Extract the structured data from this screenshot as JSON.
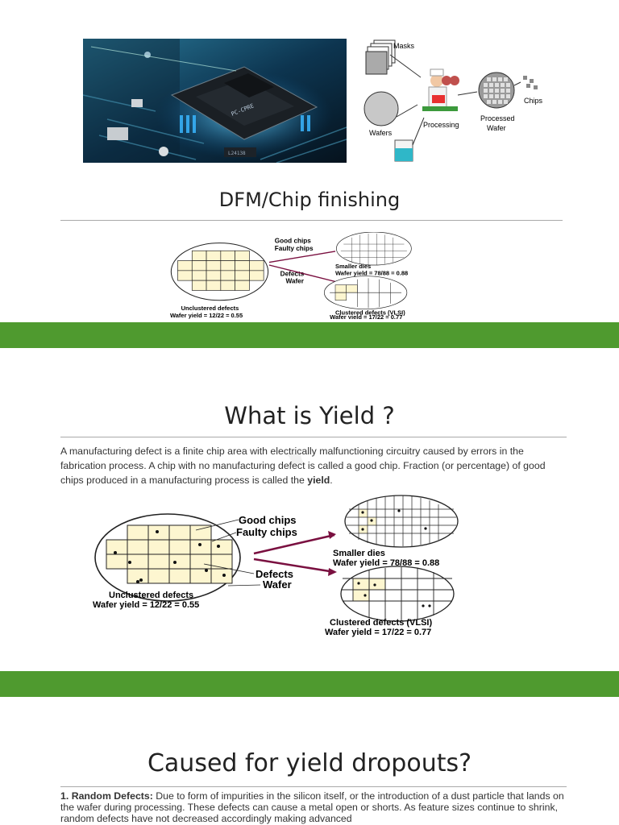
{
  "slide1": {
    "title": "DFM/Chip finishing",
    "process": {
      "masks": "Masks",
      "wafers": "Wafers",
      "processing": "Processing",
      "processed_line1": "Processed",
      "processed_line2": "Wafer",
      "chips": "Chips"
    },
    "chip_board_text": {
      "label1": "PC-CPRE",
      "label2": "L24138"
    }
  },
  "slide2": {
    "title": "What is Yield ?",
    "paragraph_main": "A manufacturing defect is a finite chip area with electrically malfunctioning circuitry caused by errors in the fabrication process. A chip with no manufacturing defect is called a good chip. Fraction (or percentage) of good chips produced in a manufacturing process is called the ",
    "paragraph_bold": "yield",
    "paragraph_end": "."
  },
  "yield_diagram": {
    "good_chips": "Good chips",
    "faulty_chips": "Faulty chips",
    "defects": "Defects",
    "wafer": "Wafer",
    "unclustered": "Unclustered defects",
    "unclustered_yield": "Wafer  yield = 12/22 = 0.55",
    "smaller_dies": "Smaller dies",
    "smaller_yield": "Wafer  yield = 78/88 = 0.88",
    "clustered": "Clustered defects (VLSI)",
    "clustered_yield": "Wafer  yield = 17/22 = 0.77"
  },
  "slide3": {
    "title": "Caused for yield dropouts?",
    "item_number": "1. ",
    "item_label": "Random Defects:",
    "item_text": " Due to form of impurities in the silicon itself, or the introduction of a dust particle that lands on the wafer during processing. These defects can cause a metal open or shorts. As feature sizes continue to shrink, random defects have not decreased accordingly making advanced"
  },
  "colors": {
    "band": "#4f9a2f",
    "rule": "#a9a9a9",
    "arrow": "#7a1040",
    "die_fill": "#fdf6d0"
  }
}
